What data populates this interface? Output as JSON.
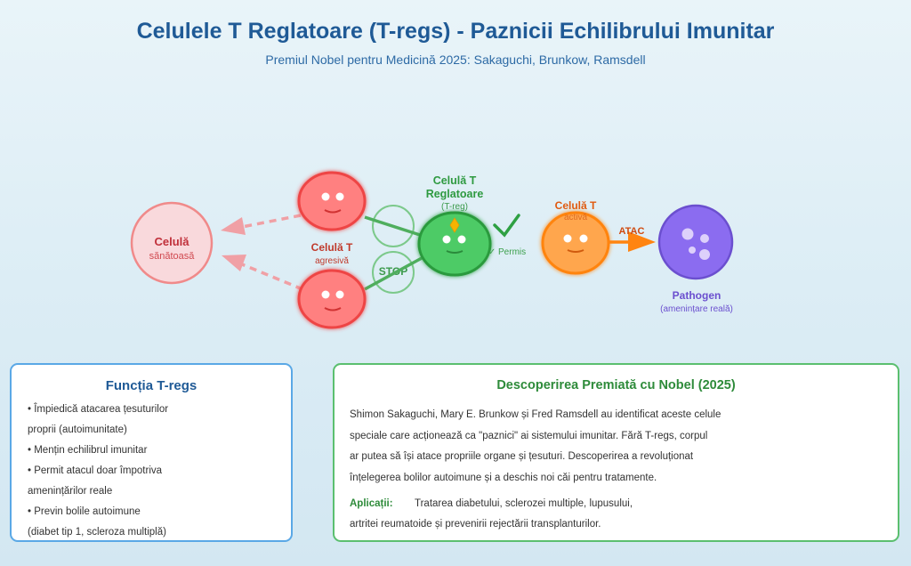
{
  "header": {
    "title": "Celulele T Reglatoare (T-regs) - Paznicii Echilibrului Imunitar",
    "subtitle": "Premiul Nobel pentru Medicină 2025: Sakaguchi, Brunkow, Ramsdell"
  },
  "diagram": {
    "healthy_cell": {
      "label": "Celulă",
      "sublabel": "sănătoasă"
    },
    "aggressive_cell": {
      "label": "Celulă T",
      "sublabel": "agresivă"
    },
    "treg_cell": {
      "label_line1": "Celulă T",
      "label_line2": "Reglatoare",
      "sublabel": "(T-reg)"
    },
    "stop_label": "STOP",
    "permit_label": "✓ Permis",
    "active_cell": {
      "label": "Celulă T",
      "sublabel": "activă"
    },
    "attack_label": "ATAC",
    "pathogen": {
      "label": "Pathogen",
      "sublabel": "(amenințare reală)"
    },
    "colors": {
      "healthy_fill": "#f9d9dc",
      "healthy_stroke": "#f08a8a",
      "aggressive_fill": "#ff8080",
      "aggressive_stroke": "#ee4444",
      "treg_fill": "#4ecb66",
      "treg_stroke": "#2a9a3e",
      "active_fill": "#ffa64d",
      "active_stroke": "#ff8410",
      "pathogen_fill": "#8b6cf0",
      "pathogen_stroke": "#6b4fcf",
      "crown": "#f4b400"
    }
  },
  "function_card": {
    "title": "Funcția T-regs",
    "lines": [
      "• Împiedică atacarea țesuturilor",
      "proprii (autoimunitate)",
      "• Mențin echilibrul imunitar",
      "• Permit atacul doar împotriva",
      "amenințărilor reale",
      "• Previn bolile autoimune",
      "(diabet tip 1, scleroza multiplă)"
    ]
  },
  "nobel_card": {
    "title": "Descoperirea Premiată cu Nobel (2025)",
    "paragraph": [
      "Shimon Sakaguchi, Mary E. Brunkow și Fred Ramsdell au identificat aceste celule",
      "speciale care acționează ca \"paznici\" ai sistemului imunitar. Fără T-regs, corpul",
      "ar putea să își atace propriile organe și țesuturi. Descoperirea a revoluționat",
      "înțelegerea bolilor autoimune și a deschis noi căi pentru tratamente."
    ],
    "applications_label": "Aplicații:",
    "applications_line1": "Tratarea diabetului, sclerozei multiple, lupusului,",
    "applications_line2": "artritei reumatoide și prevenirii rejectării transplanturilor."
  }
}
